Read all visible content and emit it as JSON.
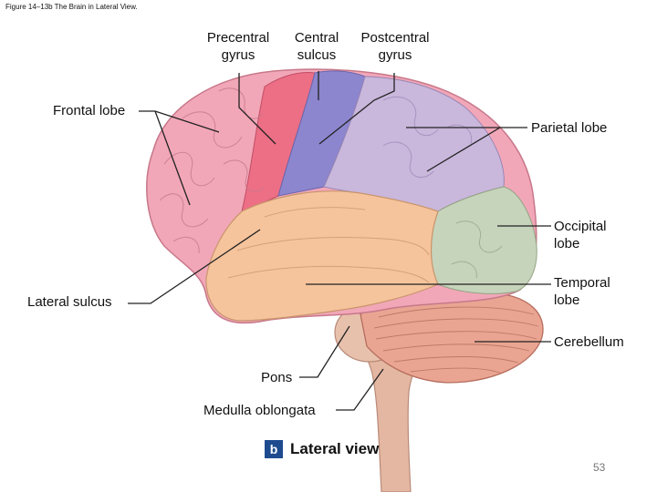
{
  "figure_title": "Figure 14–13b The Brain in Lateral View.",
  "labels": {
    "precentral_gyrus": [
      "Precentral",
      "gyrus"
    ],
    "central_sulcus": [
      "Central",
      "sulcus"
    ],
    "postcentral_gyrus": [
      "Postcentral",
      "gyrus"
    ],
    "frontal_lobe": "Frontal lobe",
    "parietal_lobe": "Parietal lobe",
    "occipital_lobe": [
      "Occipital",
      "lobe"
    ],
    "temporal_lobe": [
      "Temporal",
      "lobe"
    ],
    "lateral_sulcus": "Lateral sulcus",
    "cerebellum": "Cerebellum",
    "pons": "Pons",
    "medulla_oblongata": "Medulla oblongata"
  },
  "caption": {
    "badge": "b",
    "text": "Lateral view"
  },
  "page_number": "53",
  "colors": {
    "frontal": "#f2a7b8",
    "precentral": "#ec6f86",
    "postcentral": "#8c86cf",
    "parietal": "#c9b7dc",
    "occipital": "#c7d4bc",
    "temporal": "#f6c49c",
    "cerebellum": "#e9a592",
    "brainstem": "#e4b7a2",
    "leader_line": "#222222",
    "badge": "#1e4b8f"
  }
}
